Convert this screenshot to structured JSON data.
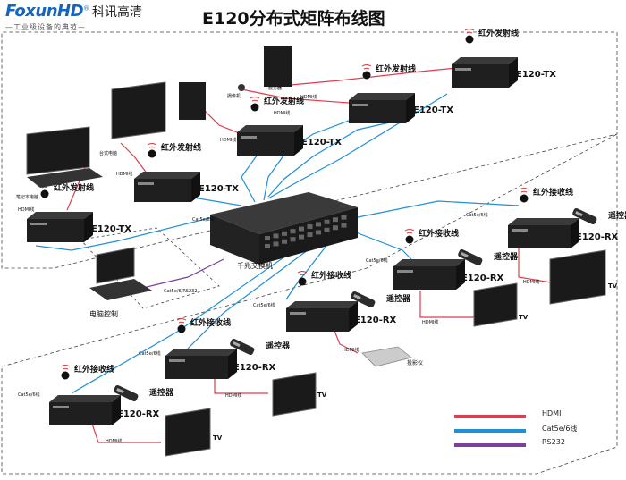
{
  "logo": {
    "brand": "FoxunHD",
    "reg": "®",
    "brand_cn": "科讯高清",
    "slogan": "—工业级设备的典范—"
  },
  "title": "E120分布式矩阵布线图",
  "tx_label": "E120-TX",
  "rx_label": "E120-RX",
  "ir_tx_label": "红外发射线",
  "ir_rx_label": "红外接收线",
  "remote_label": "遥控器",
  "switch_label": "千兆交换机",
  "control_pc_label": "电脑控制",
  "laptop_label": "笔记本电脑",
  "desktop_label": "台式电脑",
  "monitor_label": "台式电脑",
  "camera_label": "摄像机",
  "server_label": "服务器",
  "projector_label": "投影仪",
  "tv_label": "TV",
  "hdmi_cable": "HDMI线",
  "cat_cable": "Cat5e/6线",
  "rs232_cable": "Cat5e/6/RS232",
  "legend": [
    {
      "label": "HDMI",
      "color": "#e23b4e"
    },
    {
      "label": "Cat5e/6线",
      "color": "#1e90d6"
    },
    {
      "label": "RS232",
      "color": "#7b3fa0"
    }
  ],
  "colors": {
    "hdmi": "#e23b4e",
    "cat": "#1e90d6",
    "rs232": "#7b3fa0"
  }
}
